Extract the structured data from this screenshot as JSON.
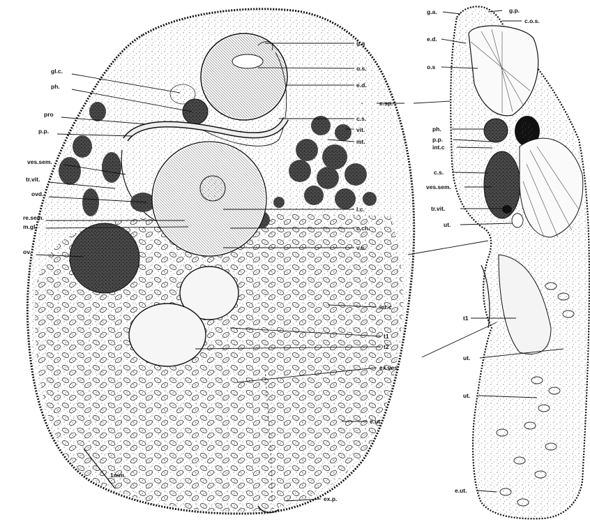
{
  "figure": {
    "left_labels": [
      "gl.c.",
      "ph.",
      "pro",
      "p.p.",
      "ves.sem.",
      "tr.vit.",
      "ovd.",
      "re.sem.",
      "m.gl.",
      "ov."
    ],
    "right_labels": [
      "g.a",
      "o.s.",
      "e.d.",
      "c.sp.",
      "c.s.",
      "vit.",
      "mt.",
      "l.c.",
      "c.ch.",
      "v.s.",
      "int.c",
      "t1",
      "t2",
      "ex.ves.",
      "e.ut",
      "ex.p."
    ],
    "scale_label": "1mm.",
    "section_labels": [
      "g.a.",
      "g.p.",
      "c.o.s.",
      "e.d.",
      "o.s",
      "ph.",
      "p.p.",
      "int.c",
      "c.s.",
      "ves.sem.",
      "tr.vit.",
      "ut.",
      "t1",
      "ut.",
      "ut.",
      "e.ut."
    ]
  }
}
